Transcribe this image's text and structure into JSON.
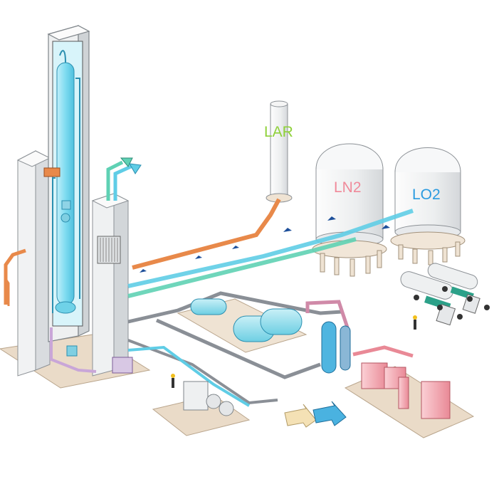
{
  "labels": {
    "lar": "LAR",
    "ln2": "LN2",
    "lo2": "LO2"
  },
  "colors": {
    "lar_label": "#8fd13a",
    "ln2_label": "#f08a9a",
    "lo2_label": "#2a9be0",
    "pipe_cyan": "#5fcde6",
    "pipe_orange": "#e8894a",
    "pipe_teal": "#5fd1b4",
    "pipe_pink": "#d08aa8",
    "pipe_gray": "#8a8f96",
    "machinery_red": "#f2a2ad",
    "tank_blue": "#9fe0ec",
    "cold_box_fill": "#d8f4fa"
  },
  "icons": {
    "flow_arrow_in": "arrow-right-icon",
    "flow_arrow_out": "arrow-up-right-icon"
  }
}
